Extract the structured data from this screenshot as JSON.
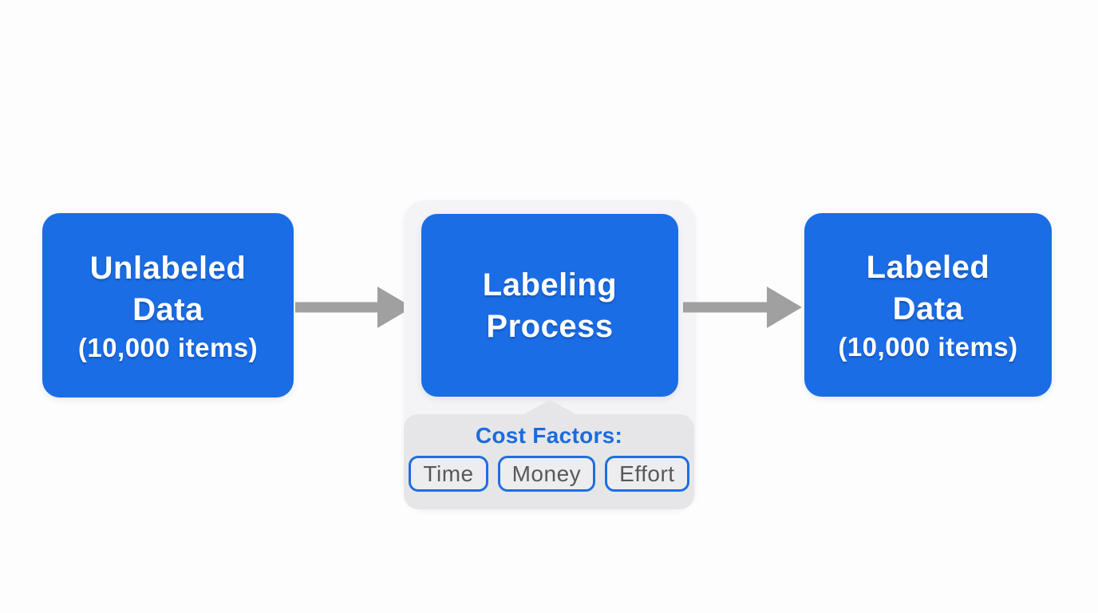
{
  "flow": {
    "unlabeled_node": {
      "line1": "Unlabeled",
      "line2": "Data",
      "subtitle": "(10,000 items)"
    },
    "process_node": {
      "line1": "Labeling",
      "line2": "Process"
    },
    "labeled_node": {
      "line1": "Labeled",
      "line2": "Data",
      "subtitle": "(10,000 items)"
    },
    "cost_panel": {
      "title": "Cost Factors:",
      "chips": [
        "Time",
        "Money",
        "Effort"
      ]
    }
  },
  "colors": {
    "node_blue": "#1b6de5",
    "accent_blue": "#1c6bdd",
    "chip_border": "#1e6fe0",
    "arrow_gray": "#a0a0a0",
    "container_gray": "#f4f4f6",
    "panel_gray": "#e6e6e8",
    "chip_bg": "#ededef",
    "chip_text": "#58585a",
    "page_bg": "#fdfdfd"
  }
}
